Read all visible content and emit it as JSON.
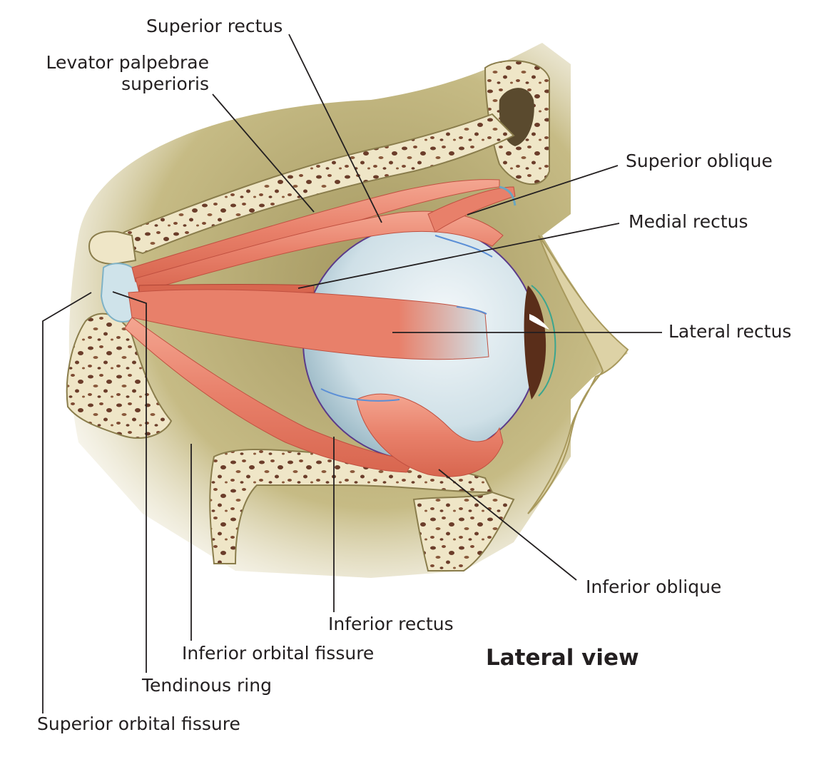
{
  "figure": {
    "caption": "Lateral view"
  },
  "labels": {
    "superior_rectus": "Superior rectus",
    "levator_line1": "Levator palpebrae",
    "levator_line2": "superioris",
    "superior_oblique": "Superior oblique",
    "medial_rectus": "Medial rectus",
    "lateral_rectus": "Lateral rectus",
    "inferior_oblique": "Inferior oblique",
    "inferior_rectus": "Inferior rectus",
    "inferior_orbital_fissure": "Inferior orbital fissure",
    "tendinous_ring": "Tendinous ring",
    "superior_orbital_fissure": "Superior orbital fissure"
  },
  "colors": {
    "bone": "#efe6c7",
    "bone_shadow": "#b3a872",
    "marrow": "#6b3d2a",
    "muscle": "#e8836c",
    "muscle_light": "#f3a892",
    "tendon": "#c9e2ea",
    "eyeball": "#dbe9ee",
    "leader_line": "#231f20"
  }
}
